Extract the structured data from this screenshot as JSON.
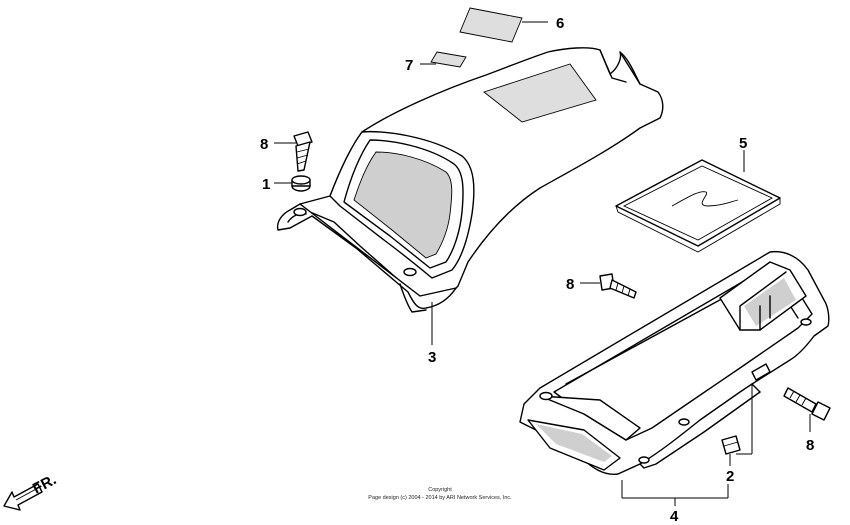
{
  "callouts": {
    "p1": "1",
    "p2": "2",
    "p3": "3",
    "p4": "4",
    "p5": "5",
    "p6": "6",
    "p7": "7",
    "p8a": "8",
    "p8b": "8",
    "p8c": "8"
  },
  "direction_label": "FR.",
  "copyright": {
    "line1": "Copyright",
    "line2": "Page design (c) 2004 - 2014 by ARI Network Services, Inc."
  }
}
